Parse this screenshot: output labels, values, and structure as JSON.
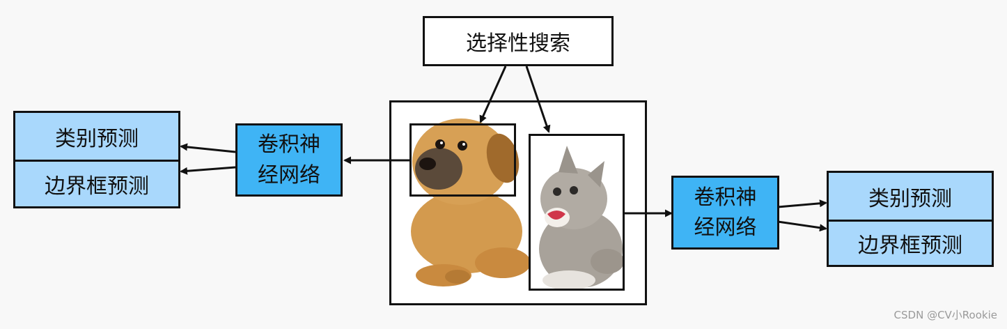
{
  "selective_search": {
    "label": "选择性搜索"
  },
  "left_branch": {
    "cnn": {
      "line1": "卷积神",
      "line2": "经网络"
    },
    "class_prediction": "类别预测",
    "bbox_prediction": "边界框预测"
  },
  "right_branch": {
    "cnn": {
      "line1": "卷积神",
      "line2": "经网络"
    },
    "class_prediction": "类别预测",
    "bbox_prediction": "边界框预测"
  },
  "image": {
    "subjects": [
      "dog",
      "cat"
    ]
  },
  "colors": {
    "background": "#f8f8f8",
    "cnn_fill": "#3fb4f5",
    "prediction_fill": "#a9d8fc",
    "line": "#111111",
    "dog_fur": "#d39a4e",
    "cat_fur": "#a8a29a"
  },
  "watermark": "CSDN @CV小Rookie"
}
